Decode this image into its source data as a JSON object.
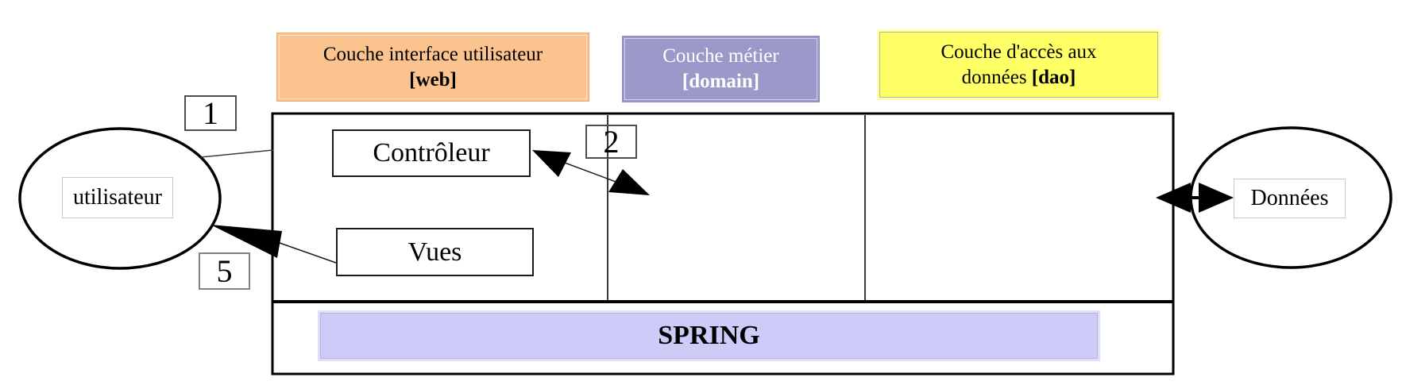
{
  "layer_labels": {
    "web": {
      "line1": "Couche interface utilisateur",
      "line2_prefix": "",
      "line2_tag": "[web]"
    },
    "domain": {
      "line1": "Couche métier",
      "line2_prefix": "",
      "line2_tag": "[domain]"
    },
    "dao": {
      "line1": "Couche d'accès aux",
      "line2_prefix": "données ",
      "line2_tag": "[dao]"
    }
  },
  "architecture": {
    "controller": "Contrôleur",
    "views": "Vues",
    "framework": "SPRING"
  },
  "actors": {
    "user": "utilisateur",
    "database": "Données"
  },
  "steps": {
    "step1": "1",
    "step2": "2",
    "step5": "5"
  },
  "colors": {
    "web_layer_bg": "#FBC38D",
    "domain_layer_bg": "#9B99C9",
    "dao_layer_bg": "#FFFF66",
    "spring_bar_bg": "#CDCCF8",
    "outline": "#000000"
  }
}
